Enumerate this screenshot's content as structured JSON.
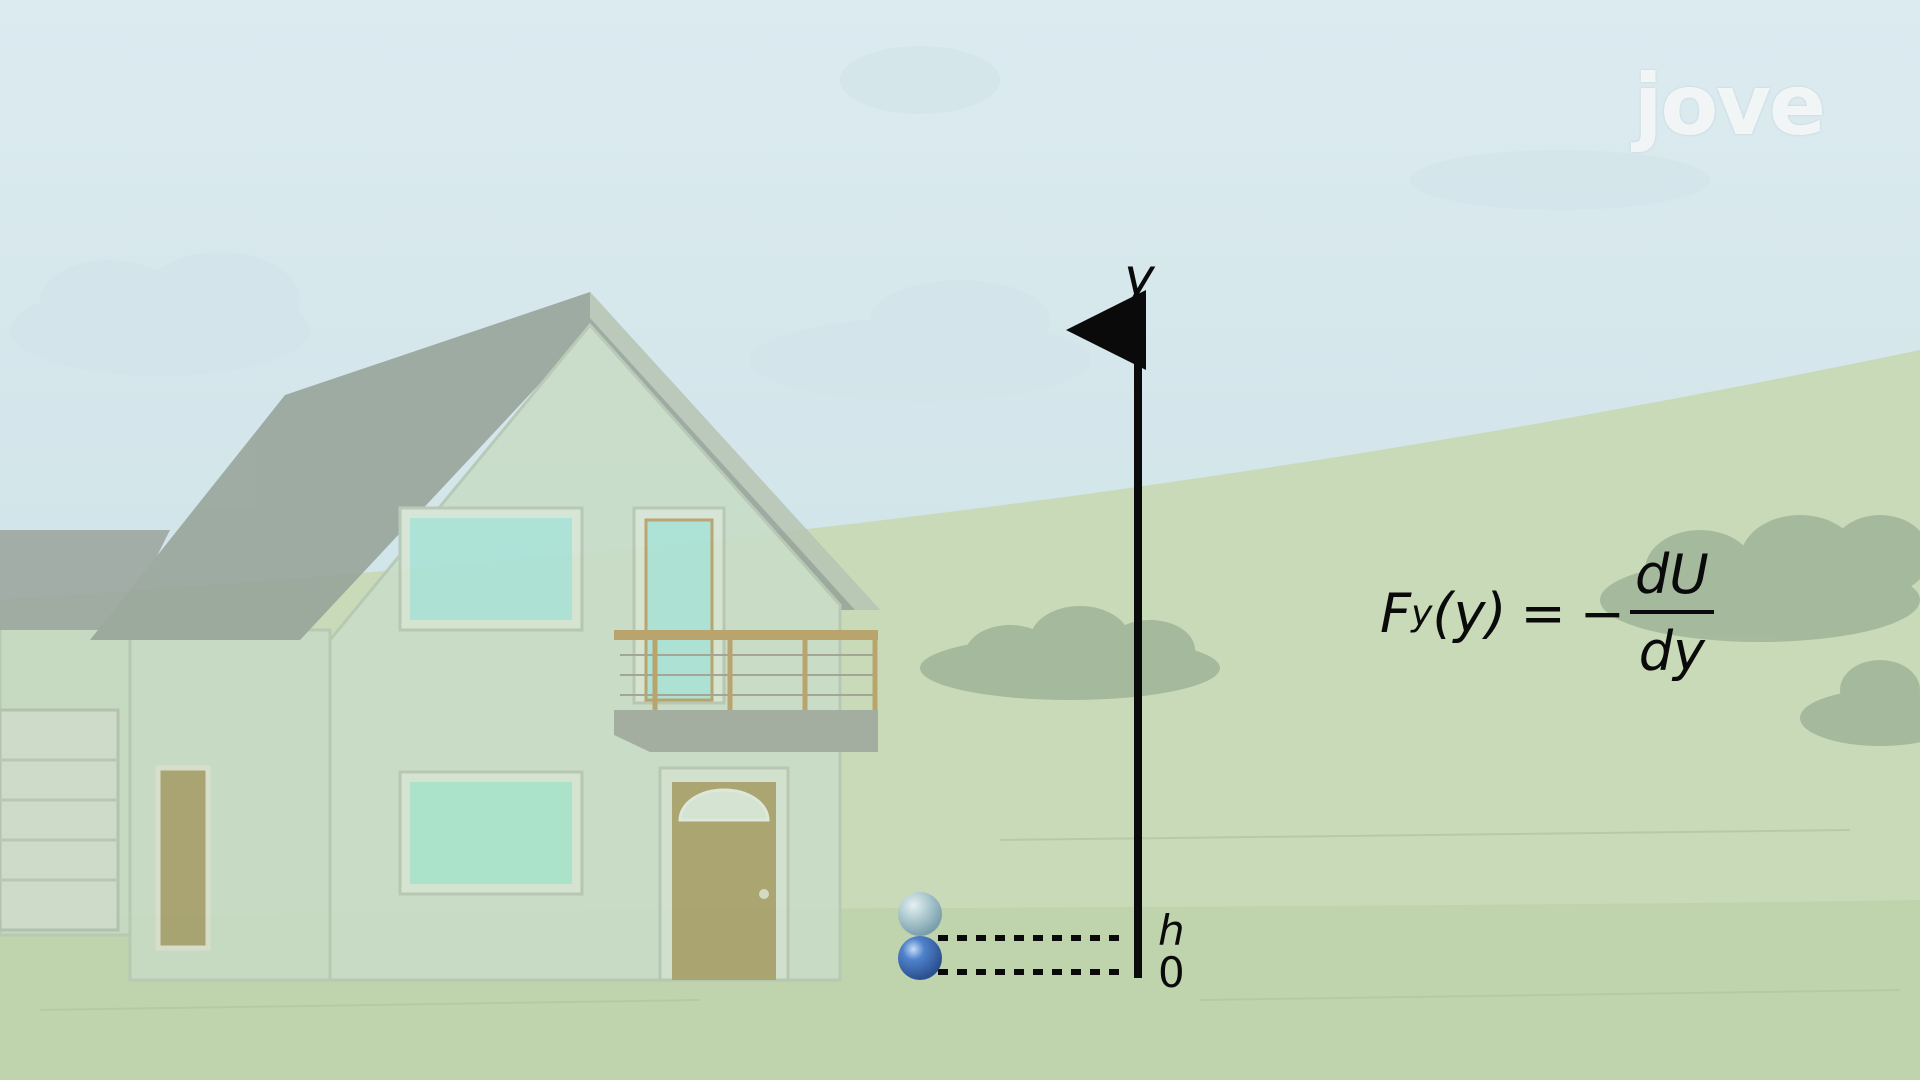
{
  "watermark": {
    "brand": "jove"
  },
  "axis": {
    "label": "y",
    "ticks": [
      "h",
      "0"
    ]
  },
  "formula": {
    "lhs_symbol": "F",
    "lhs_subscript": "y",
    "lhs_argument": "(y)",
    "equals": "=",
    "minus": "−",
    "numerator": "dU",
    "denominator": "dy"
  },
  "colors": {
    "sky_top": "#dfeef2",
    "sky_bottom": "#c7dfe2",
    "grass": "#c5d8b6",
    "house_wall": "#c7dbc5",
    "roof": "#9ba8a0",
    "door": "#a6a06a",
    "window_glass": "#a9e3d6",
    "ball_light": "#a7c4d3",
    "ball_dark": "#3f6fb7",
    "axis": "#0a0a0a"
  },
  "icons": [
    "house-illustration",
    "ball-icon",
    "y-axis-arrow"
  ]
}
